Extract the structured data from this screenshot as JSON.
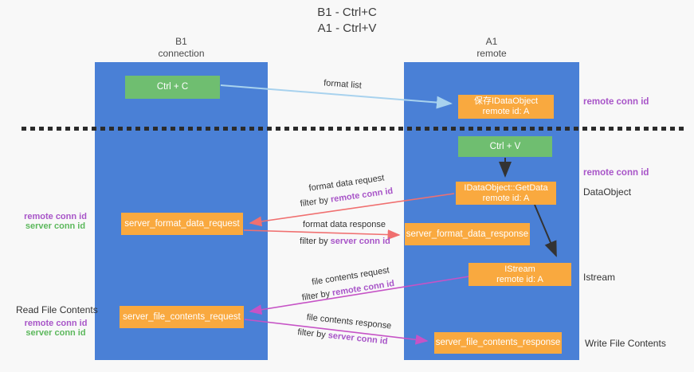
{
  "title": {
    "line1": "B1 - Ctrl+C",
    "line2": "A1 - Ctrl+V"
  },
  "columns": {
    "left": {
      "header_line1": "B1",
      "header_line2": "connection"
    },
    "right": {
      "header_line1": "A1",
      "header_line2": "remote"
    }
  },
  "nodes": {
    "ctrl_c": {
      "label": "Ctrl + C"
    },
    "ctrl_v": {
      "label": "Ctrl + V"
    },
    "save_idataobject": {
      "line1": "保存IDataObject",
      "line2": "remote id: A"
    },
    "getdata": {
      "line1": "IDataObject::GetData",
      "line2": "remote id: A"
    },
    "istream": {
      "line1": "IStream",
      "line2": "remote id: A"
    },
    "server_format_data_request": {
      "label": "server_format_data_request"
    },
    "server_format_data_response": {
      "label": "server_format_data_response"
    },
    "server_file_contents_request": {
      "label": "server_file_contents_request"
    },
    "server_file_contents_response": {
      "label": "server_file_contents_response"
    }
  },
  "flows": {
    "format_list": {
      "label": "format list"
    },
    "format_data_request": {
      "label": "format data request",
      "filter_prefix": "filter by ",
      "filter_key": "remote conn id"
    },
    "format_data_response": {
      "label": "format data response",
      "filter_prefix": "filter by ",
      "filter_key": "server conn id"
    },
    "file_contents_request": {
      "label": "file contents request",
      "filter_prefix": "filter by ",
      "filter_key": "remote conn id"
    },
    "file_contents_response": {
      "label": "file contents response",
      "filter_prefix": "filter by ",
      "filter_key": "server conn id"
    }
  },
  "side_labels": {
    "right_remote_conn_id_top": "remote conn id",
    "right_remote_conn_id_mid": "remote conn id",
    "right_dataobject": "DataObject",
    "right_istream": "Istream",
    "right_write_file_contents": "Write File Contents",
    "left_remote_conn_id_1": "remote conn id",
    "left_server_conn_id_1": "server conn id",
    "left_read_file_contents": "Read File Contents",
    "left_remote_conn_id_2": "remote conn id",
    "left_server_conn_id_2": "server conn id"
  },
  "colors": {
    "column_blue": "#4a80d6",
    "node_green": "#6fbe70",
    "node_orange": "#f9a93f",
    "arrow_lightblue": "#a8d2ee",
    "arrow_black": "#333333",
    "arrow_red": "#f07070",
    "arrow_magenta": "#c653c6",
    "text_purple": "#a855c8",
    "text_green": "#5cb85c",
    "divider_black": "#2b2b2b"
  }
}
